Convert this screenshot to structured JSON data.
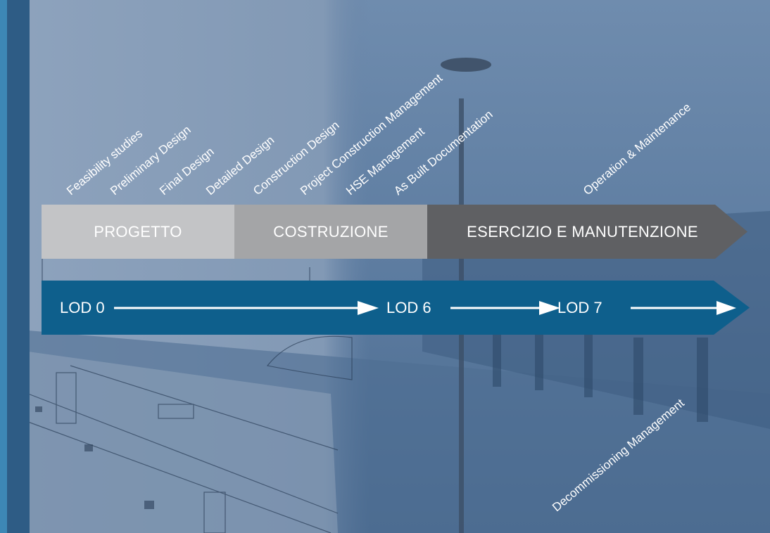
{
  "phases": {
    "design": "PROGETTO",
    "construction": "COSTRUZIONE",
    "operation": "ESERCIZIO E MANUTENZIONE"
  },
  "lod": {
    "start": "LOD 0",
    "mid": "LOD 6",
    "end": "LOD 7"
  },
  "activities": [
    "Feasibility studies",
    "Preliminary Design",
    "Final Design",
    "Detailed Design",
    "Construction Design",
    "Project Construction Management",
    "HSE Management",
    "As Built Documentation",
    "Operation & Maintenance",
    "Decommissioning Management"
  ],
  "colors": {
    "design_phase": "#c3c4c6",
    "construction_phase": "#a4a5a7",
    "operation_phase": "#5f6063",
    "lod_band": "#0e5f8c"
  }
}
